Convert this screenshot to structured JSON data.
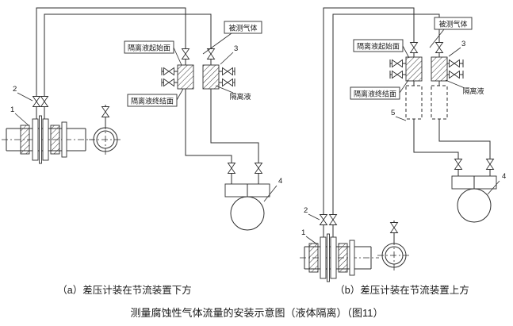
{
  "figure": {
    "caption_a": "（a）差压计装在节流装置下方",
    "caption_b": "（b）差压计装在节流装置上方",
    "title": "测量腐蚀性气体流量的安装示意图（液体隔离）（图11）"
  },
  "labels_a": {
    "measured_gas": "被测气体",
    "iso_start": "隔离液起始面",
    "iso_end": "隔离液终结面",
    "iso_liquid": "隔离液",
    "n1": "1",
    "n2": "2",
    "n3": "3",
    "n4": "4"
  },
  "labels_b": {
    "measured_gas": "被测气体",
    "iso_start": "隔离液起始面",
    "iso_end": "隔离液终结面",
    "iso_liquid": "隔离液",
    "n1": "1",
    "n2": "2",
    "n3": "3",
    "n4": "4",
    "n5": "5"
  }
}
